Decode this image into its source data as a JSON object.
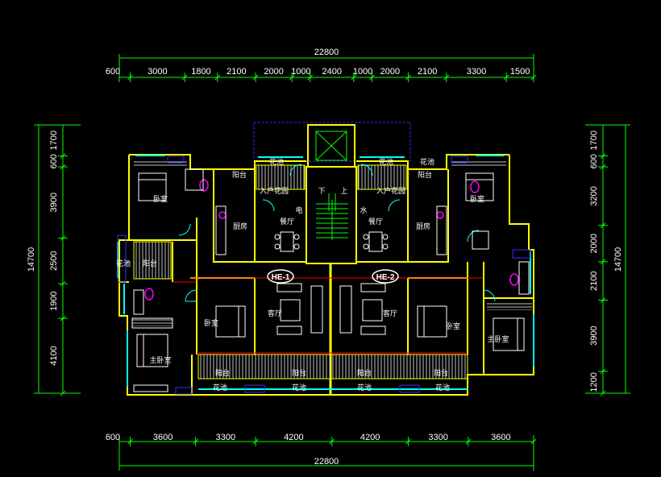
{
  "dimensions": {
    "top_total": "22800",
    "top_segments": [
      "600",
      "3000",
      "1800",
      "2100",
      "2000",
      "1000",
      "2400",
      "1000",
      "2000",
      "2100",
      "3300",
      "1500"
    ],
    "bottom_total": "22800",
    "bottom_segments": [
      "600",
      "3600",
      "3300",
      "4200",
      "4200",
      "3300",
      "3600"
    ],
    "left_total": "14700",
    "left_segments": [
      "1700",
      "600",
      "3900",
      "2500",
      "1900",
      "4100"
    ],
    "right_total": "14700",
    "right_segments": [
      "1700",
      "600",
      "3200",
      "2000",
      "2100",
      "3900",
      "1200"
    ]
  },
  "units": [
    "HE-1",
    "HE-2"
  ],
  "rooms": {
    "flower_bed": "花池",
    "balcony": "阳台",
    "bedroom": "卧室",
    "master_bedroom": "主卧室",
    "entrance_garden": "入户花园",
    "kitchen": "厨房",
    "dining_room": "餐厅",
    "living_room": "客厅",
    "stairs_down": "下",
    "stairs_up": "上",
    "electric_shaft": "电",
    "water_shaft": "水"
  },
  "colors": {
    "background": "#000000",
    "dimension": "#00ff00",
    "wall": "#ffff00",
    "window": "#00ffff",
    "interior": "#ff0000",
    "hatch": "#c0c0c0",
    "furniture": "#ffffff",
    "fixture": "#ff00ff",
    "outline": "#3030ff"
  }
}
